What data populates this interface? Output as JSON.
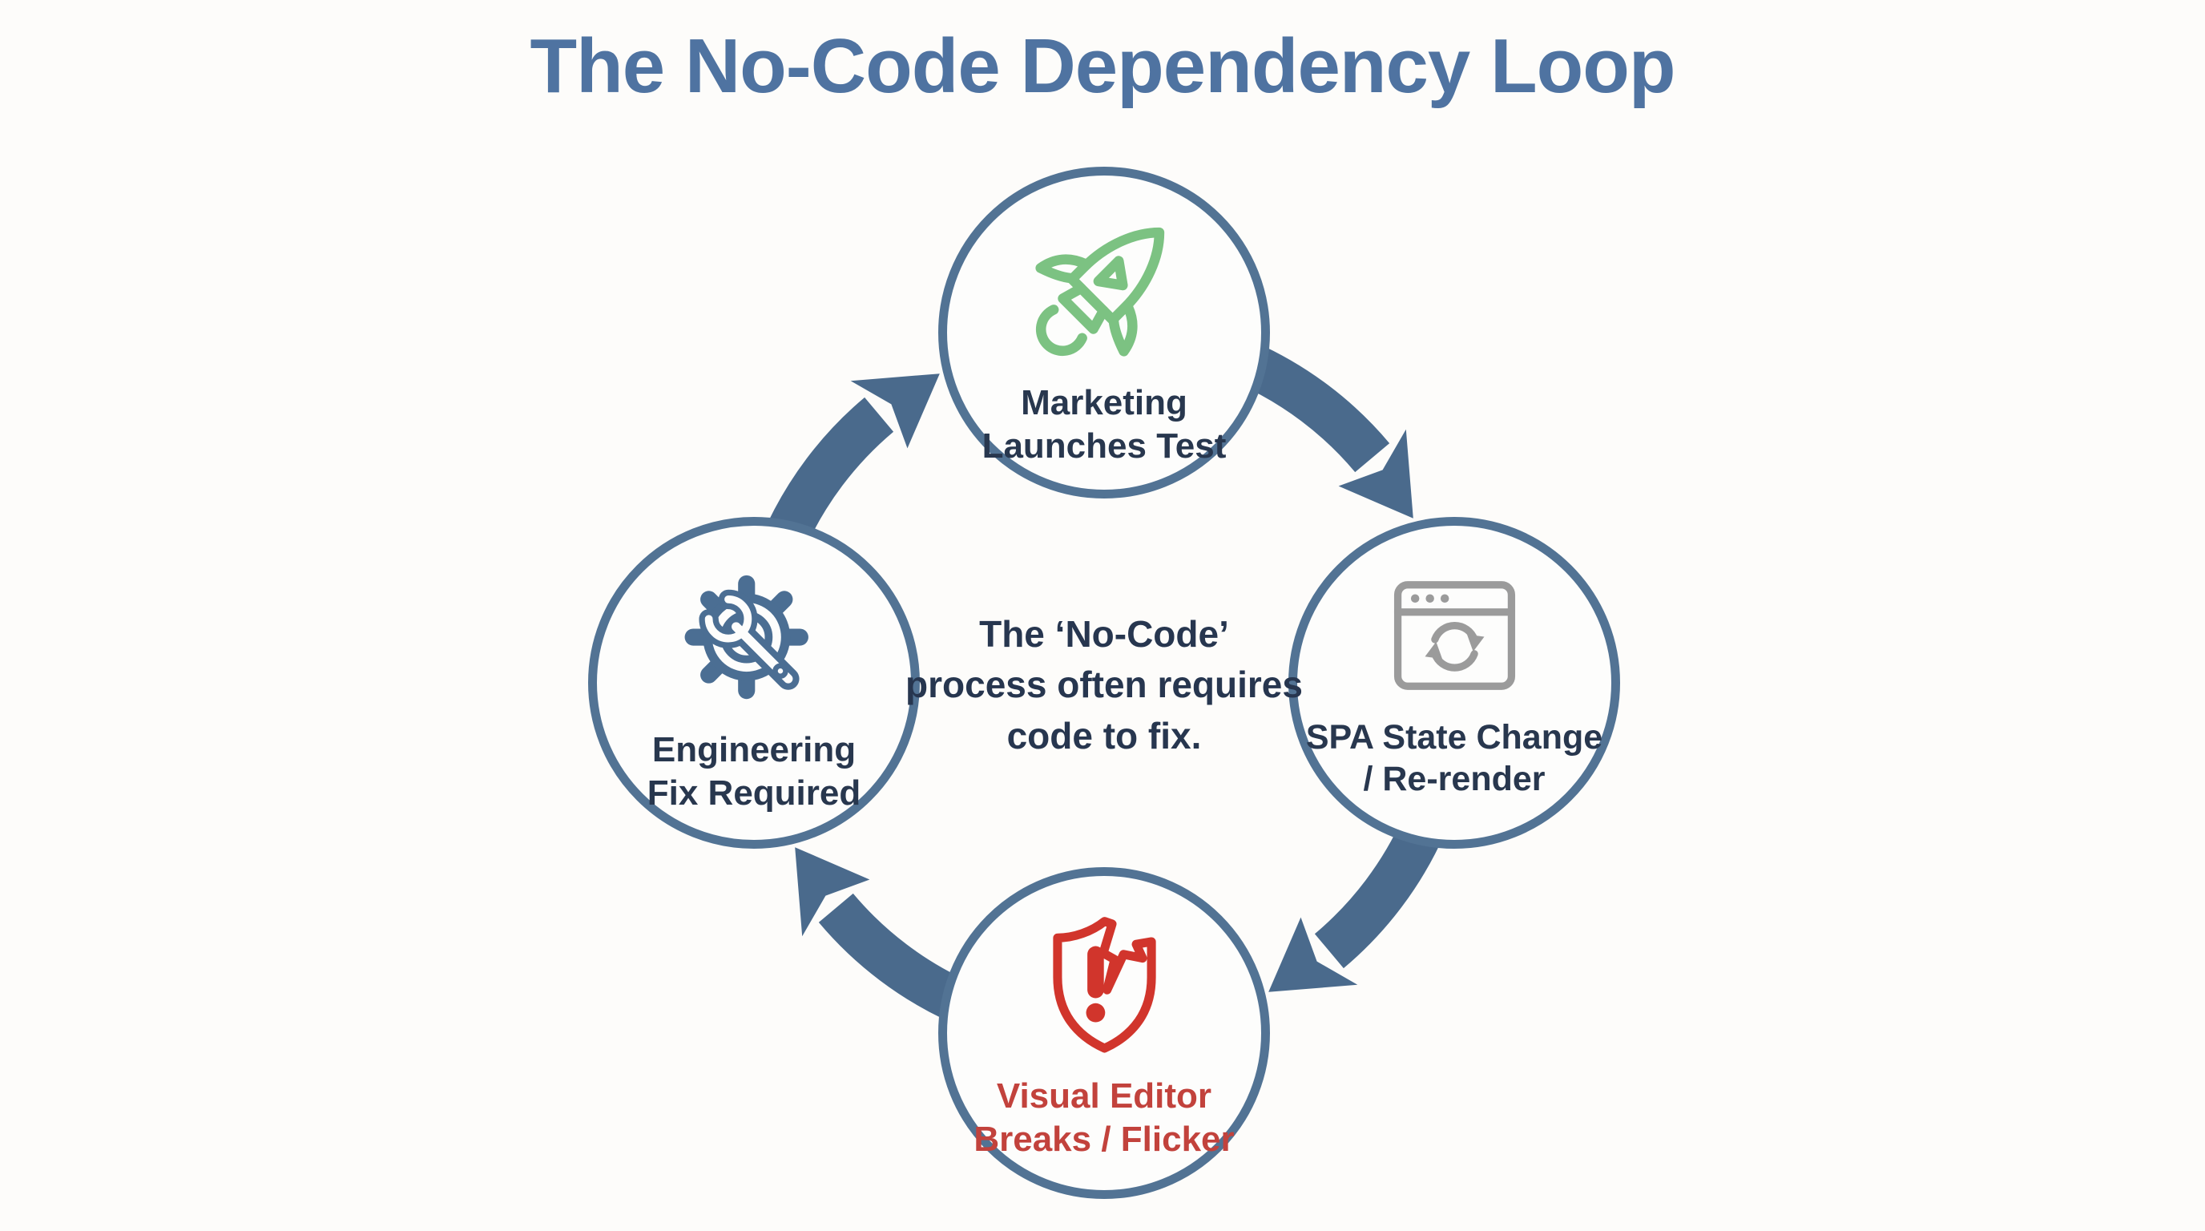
{
  "title": "The No-Code Dependency Loop",
  "center_caption": "The ‘No-Code’\nprocess often requires\ncode to fix.",
  "nodes": [
    {
      "id": "marketing",
      "label": "Marketing\nLaunches Test",
      "icon": "rocket-icon",
      "icon_color": "#7cc282",
      "label_color": "#28374e",
      "position": "top"
    },
    {
      "id": "spa",
      "label": "SPA State Change\n/ Re-render",
      "icon": "browser-refresh-icon",
      "icon_color": "#9b9b9b",
      "label_color": "#28374e",
      "position": "right"
    },
    {
      "id": "visual-editor",
      "label": "Visual Editor\nBreaks / Flicker",
      "icon": "broken-shield-alert-icon",
      "icon_color": "#d1352c",
      "label_color": "#c2423c",
      "position": "bottom"
    },
    {
      "id": "engineering",
      "label": "Engineering\nFix Required",
      "icon": "gear-wrench-icon",
      "icon_color": "#4b6e93",
      "label_color": "#28374e",
      "position": "left"
    }
  ],
  "cycle_order": [
    "Marketing Launches Test",
    "SPA State Change / Re-render",
    "Visual Editor Breaks / Flicker",
    "Engineering Fix Required"
  ],
  "flow_direction": "clockwise",
  "colors": {
    "background": "#fdfcfa",
    "title": "#4f73a1",
    "circle_border": "#527394",
    "arrow": "#4a6a8c",
    "label_navy": "#28374e",
    "label_red": "#c2423c"
  }
}
